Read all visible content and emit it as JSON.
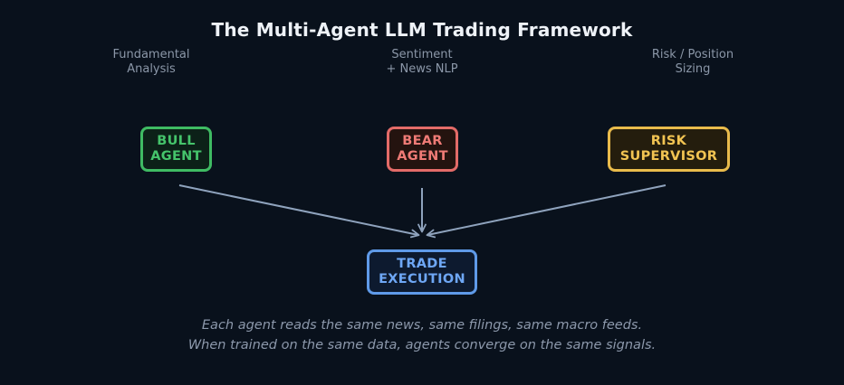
{
  "diagram": {
    "title": "The Multi-Agent LLM Trading Framework",
    "captions": [
      {
        "line1": "Fundamental",
        "line2": "Analysis"
      },
      {
        "line1": "Sentiment",
        "line2": "+ News NLP"
      },
      {
        "line1": "Risk / Position",
        "line2": "Sizing"
      }
    ],
    "nodes": {
      "bull": {
        "line1": "BULL",
        "line2": "AGENT"
      },
      "bear": {
        "line1": "BEAR",
        "line2": "AGENT"
      },
      "risk": {
        "line1": "RISK",
        "line2": "SUPERVISOR"
      },
      "execution": {
        "line1": "TRADE",
        "line2": "EXECUTION"
      }
    },
    "footer": {
      "line1": "Each agent reads the same news, same filings, same macro feeds.",
      "line2": "When trained on the same data, agents converge on the same signals."
    },
    "colors": {
      "background": "#09111c",
      "bull": "#3fbb63",
      "bear": "#e36b68",
      "risk": "#e9bb4b",
      "execution": "#5f9ae8",
      "arrow": "#8fa3bd"
    }
  }
}
